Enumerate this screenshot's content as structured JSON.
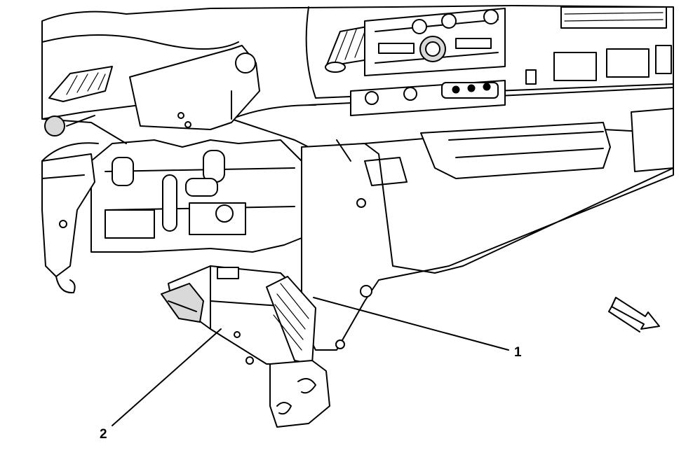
{
  "figure": {
    "callouts": [
      {
        "id": "1",
        "text": "1"
      },
      {
        "id": "2",
        "text": "2"
      }
    ],
    "direction_arrow_icon": "front-direction-arrow-icon",
    "stroke_color": "#000000",
    "fill_color": "#ffffff",
    "shade_color": "#d9d9d9"
  }
}
